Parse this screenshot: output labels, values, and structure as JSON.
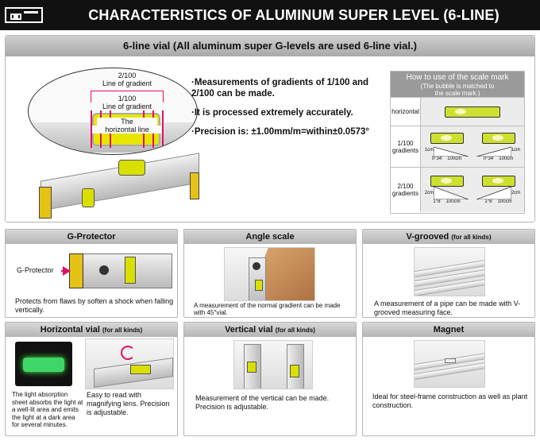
{
  "header": {
    "title": "CHARACTERISTICS OF ALUMINUM SUPER LEVEL (6-LINE)"
  },
  "top": {
    "heading": "6-line vial (All aluminum super G-levels are used 6-line vial.)",
    "illustration": {
      "label_2_100": "2/100",
      "label_line_of_gradient_outer": "Line of gradient",
      "label_1_100": "1/100",
      "label_line_of_gradient_inner": "Line of gradient",
      "label_the": "The",
      "label_horizontal_line": "horizontal line"
    },
    "bullets": [
      "·Measurements of gradients of 1/100 and 2/100 can be made.",
      "·It is processed extremely accurately.",
      "·Precision is: ±1.00mm/m=within±0.0573°"
    ],
    "scale_table": {
      "title": "How to use of the scale mark",
      "subtitle_line1": "(The bubble is matched to",
      "subtitle_line2": "the scale mark.)",
      "rows": [
        {
          "label": "horizontal"
        },
        {
          "label_line1": "1/100",
          "label_line2": "gradients",
          "side": "1cm",
          "angle": "0°34'",
          "base": "100cm"
        },
        {
          "label_line1": "2/100",
          "label_line2": "gradients",
          "side": "2cm",
          "angle": "1°8'",
          "base": "100cm"
        }
      ]
    }
  },
  "cards": {
    "g_protector": {
      "title": "G-Protector",
      "callout": "G-Protector",
      "desc": "Protects from flaws by soften a shock when falling vertically."
    },
    "angle_scale": {
      "title": "Angle scale",
      "desc": "A measurement of the normal gradient can be made with 45°vial."
    },
    "v_grooved": {
      "title": "V-grooved",
      "title_sub": "(for all kinds)",
      "desc": "A measurement of a pipe can be made with V-grooved measuring face."
    },
    "horizontal_vial": {
      "title": "Horizontal vial",
      "title_sub": "(for all kinds)",
      "desc_left": "The light absorption sheet absorbs the light at a well-lit area and emits the light at a dark area for several minutes.",
      "desc_right": "Easy to read with magnifying lens. Precision is adjustable."
    },
    "vertical_vial": {
      "title": "Vertical vial",
      "title_sub": "(for all kinds)",
      "desc": "Measurement of the vertical can be made. Precision is adjustable."
    },
    "magnet": {
      "title": "Magnet",
      "desc": "Ideal for steel-frame construction as well as plant construction."
    }
  },
  "colors": {
    "accent_magenta": "#e0106a",
    "header_bg": "#111111",
    "vial_yellow": "#e7e600",
    "panel_gray": "#b5b5b5"
  }
}
